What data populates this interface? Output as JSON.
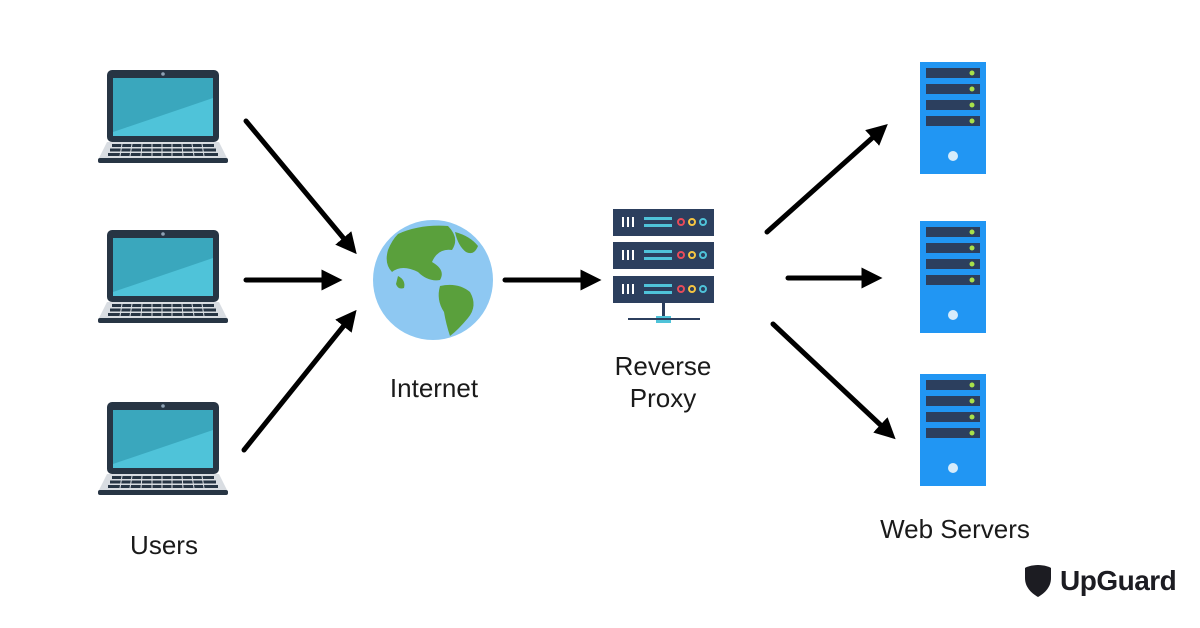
{
  "labels": {
    "users": "Users",
    "internet": "Internet",
    "reverse_proxy_line1": "Reverse",
    "reverse_proxy_line2": "Proxy",
    "web_servers": "Web Servers"
  },
  "brand": {
    "name": "UpGuard",
    "icon": "upguard-shield-icon",
    "color": "#1c1c22"
  },
  "nodes": {
    "users": {
      "count": 3,
      "icon": "laptop-icon"
    },
    "internet": {
      "icon": "globe-icon"
    },
    "reverse_proxy": {
      "icon": "rack-server-icon"
    },
    "web_servers": {
      "count": 3,
      "icon": "tower-server-icon"
    }
  },
  "colors": {
    "arrow": "#000000",
    "laptop_body": "#273544",
    "laptop_screen": "#4fc3d9",
    "globe_ocean": "#8ec8f2",
    "globe_land": "#5aa03c",
    "proxy_body": "#2c3f5e",
    "server_body": "#2196f3",
    "server_slot": "#2c3f5e",
    "server_led": "#a8e04a"
  }
}
